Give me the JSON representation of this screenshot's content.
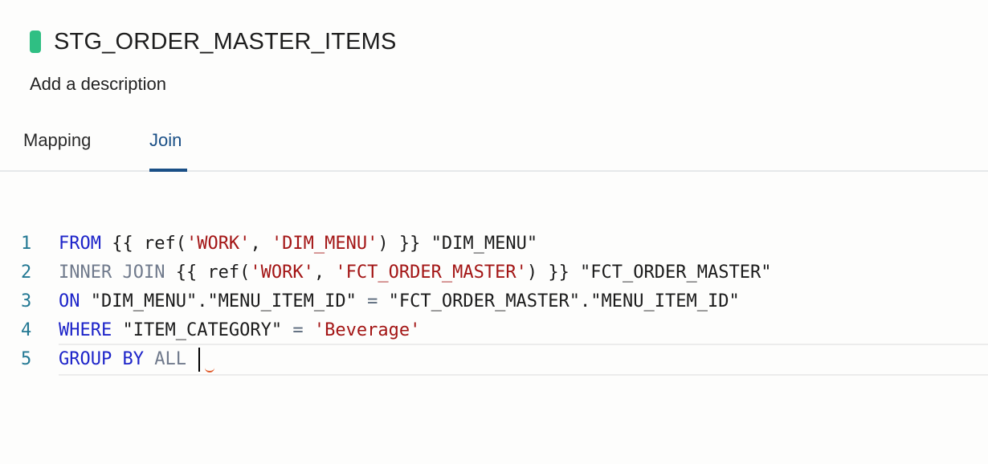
{
  "node": {
    "title": "STG_ORDER_MASTER_ITEMS",
    "status_color": "#2fbf83",
    "description_placeholder": "Add a description"
  },
  "tabs": [
    {
      "label": "Mapping",
      "active": false
    },
    {
      "label": "Join",
      "active": true
    }
  ],
  "editor": {
    "lines": [
      {
        "number": "1",
        "tokens": [
          {
            "t": "FROM",
            "c": "kw"
          },
          {
            "t": " {{ ref(",
            "c": ""
          },
          {
            "t": "'WORK'",
            "c": "str"
          },
          {
            "t": ", ",
            "c": ""
          },
          {
            "t": "'DIM_MENU'",
            "c": "str"
          },
          {
            "t": ") }} \"DIM_MENU\"",
            "c": ""
          }
        ]
      },
      {
        "number": "2",
        "tokens": [
          {
            "t": "INNER JOIN",
            "c": "kw2"
          },
          {
            "t": " {{ ref(",
            "c": ""
          },
          {
            "t": "'WORK'",
            "c": "str"
          },
          {
            "t": ", ",
            "c": ""
          },
          {
            "t": "'FCT_ORDER_MASTER'",
            "c": "str"
          },
          {
            "t": ") }} \"FCT_ORDER_MASTER\"",
            "c": ""
          }
        ]
      },
      {
        "number": "3",
        "tokens": [
          {
            "t": "ON",
            "c": "kw"
          },
          {
            "t": " \"DIM_MENU\".\"MENU_ITEM_ID\" ",
            "c": ""
          },
          {
            "t": "=",
            "c": "op"
          },
          {
            "t": " \"FCT_ORDER_MASTER\".\"MENU_ITEM_ID\"",
            "c": ""
          }
        ]
      },
      {
        "number": "4",
        "tokens": [
          {
            "t": "WHERE",
            "c": "kw"
          },
          {
            "t": " \"ITEM_CATEGORY\" ",
            "c": ""
          },
          {
            "t": "=",
            "c": "op"
          },
          {
            "t": " ",
            "c": ""
          },
          {
            "t": "'Beverage'",
            "c": "str"
          }
        ]
      },
      {
        "number": "5",
        "active": true,
        "tokens": [
          {
            "t": "GROUP BY",
            "c": "kw"
          },
          {
            "t": " ",
            "c": ""
          },
          {
            "t": "ALL",
            "c": "kw2"
          },
          {
            "t": " ",
            "c": ""
          }
        ]
      }
    ]
  }
}
